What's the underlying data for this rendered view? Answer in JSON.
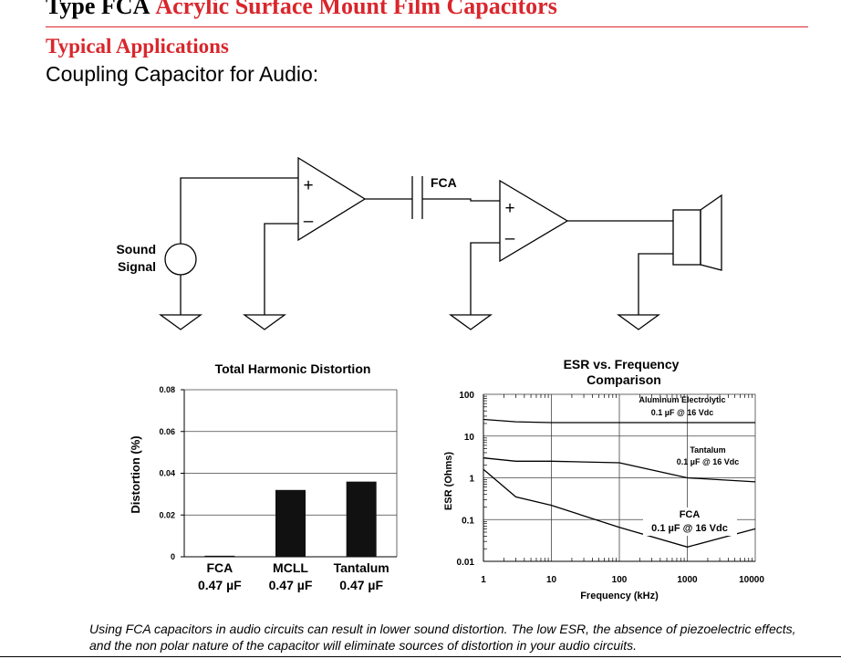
{
  "header": {
    "type_label": "Type FCA",
    "product_title": "Acrylic Surface Mount Film Capacitors"
  },
  "section_title": "Typical Applications",
  "subtitle": "Coupling Capacitor for Audio:",
  "circuit": {
    "source_label_line1": "Sound",
    "source_label_line2": "Signal",
    "capacitor_label": "FCA",
    "plus_sign": "+",
    "minus_sign": "–"
  },
  "chart_data": [
    {
      "type": "bar",
      "title": "Total Harmonic Distortion",
      "ylabel": "Distortion (%)",
      "xlabel": "",
      "categories": [
        "FCA",
        "MCLL",
        "Tantalum"
      ],
      "category_sublabels": [
        "0.47 µF",
        "0.47 µF",
        "0.47 µF"
      ],
      "values": [
        0.0005,
        0.032,
        0.036
      ],
      "ylim": [
        0,
        0.08
      ],
      "yticks": [
        0,
        0.02,
        0.04,
        0.06,
        0.08
      ],
      "ytick_labels": [
        "0",
        "0.02",
        "0.04",
        "0.06",
        "0.08"
      ],
      "bar_color": "#111111",
      "grid": true
    },
    {
      "type": "line",
      "title_line1": "ESR vs. Frequency",
      "title_line2": "Comparison",
      "xlabel": "Frequency (kHz)",
      "ylabel": "ESR (Ohms)",
      "xscale": "log",
      "yscale": "log",
      "xlim": [
        1,
        10000
      ],
      "ylim": [
        0.01,
        100
      ],
      "xtick_labels": [
        "1",
        "10",
        "100",
        "1000",
        "10000"
      ],
      "ytick_labels": [
        "0.01",
        "0.1",
        "1",
        "10",
        "100"
      ],
      "grid": true,
      "series": [
        {
          "label_line1": "Aluminum Electrolytic",
          "label_line2": "0.1 µF @ 16 Vdc",
          "x": [
            1,
            3,
            10,
            100,
            1000,
            10000
          ],
          "y": [
            25,
            22,
            21,
            21,
            21,
            21
          ]
        },
        {
          "label_line1": "Tantalum",
          "label_line2": "0.1 µF @ 16 Vdc",
          "x": [
            1,
            3,
            10,
            100,
            1000,
            10000
          ],
          "y": [
            3,
            2.5,
            2.5,
            2.3,
            1.0,
            0.8
          ]
        },
        {
          "label_line1": "FCA",
          "label_line2": "0.1 µF @ 16 Vdc",
          "x": [
            1,
            3,
            10,
            100,
            1000,
            10000
          ],
          "y": [
            1.6,
            0.35,
            0.22,
            0.065,
            0.022,
            0.06
          ]
        }
      ]
    }
  ],
  "caption": "Using FCA capacitors in audio circuits can result in lower sound distortion. The low ESR, the absence of piezoelectric effects, and the non polar nature of the capacitor will eliminate sources of distortion in your audio circuits."
}
